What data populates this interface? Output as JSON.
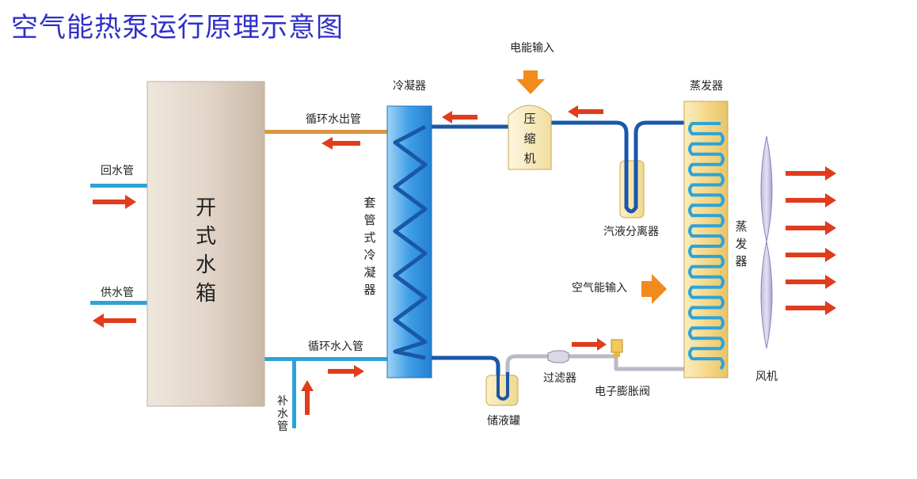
{
  "title": "空气能热泵运行原理示意图",
  "colors": {
    "title": "#2f2fc8",
    "water_hot": "#d9953e",
    "water_cold": "#2ea3d8",
    "refrigerant": "#1a57a8",
    "arrow_red": "#e03c1d",
    "arrow_orange": "#f08b1c",
    "tank_fill": "#e8ddd2",
    "evaporator_fill": "#f7e3a1",
    "condenser_fill": "#4aa6e6"
  },
  "components": {
    "tank": [
      "开",
      "式",
      "水",
      "箱"
    ],
    "condenser_top": "冷凝器",
    "condenser_side": [
      "套",
      "管",
      "式",
      "冷",
      "凝",
      "器"
    ],
    "compressor": [
      "压",
      "缩",
      "机"
    ],
    "evaporator_top": "蒸发器",
    "evaporator_side": [
      "蒸",
      "发",
      "器"
    ],
    "separator": "汽液分离器",
    "receiver": "储液罐",
    "filter": "过滤器",
    "valve": "电子膨胀阀",
    "fan": "风机"
  },
  "labels": {
    "electric_input": "电能输入",
    "air_input": "空气能输入",
    "circ_out": "循环水出管",
    "circ_in": "循环水入管",
    "return_pipe": "回水管",
    "supply_pipe": "供水管",
    "makeup": [
      "补",
      "水",
      "管"
    ]
  },
  "icons": {
    "fan": "fan-blade-icon",
    "arrow": "flow-arrow-icon"
  }
}
